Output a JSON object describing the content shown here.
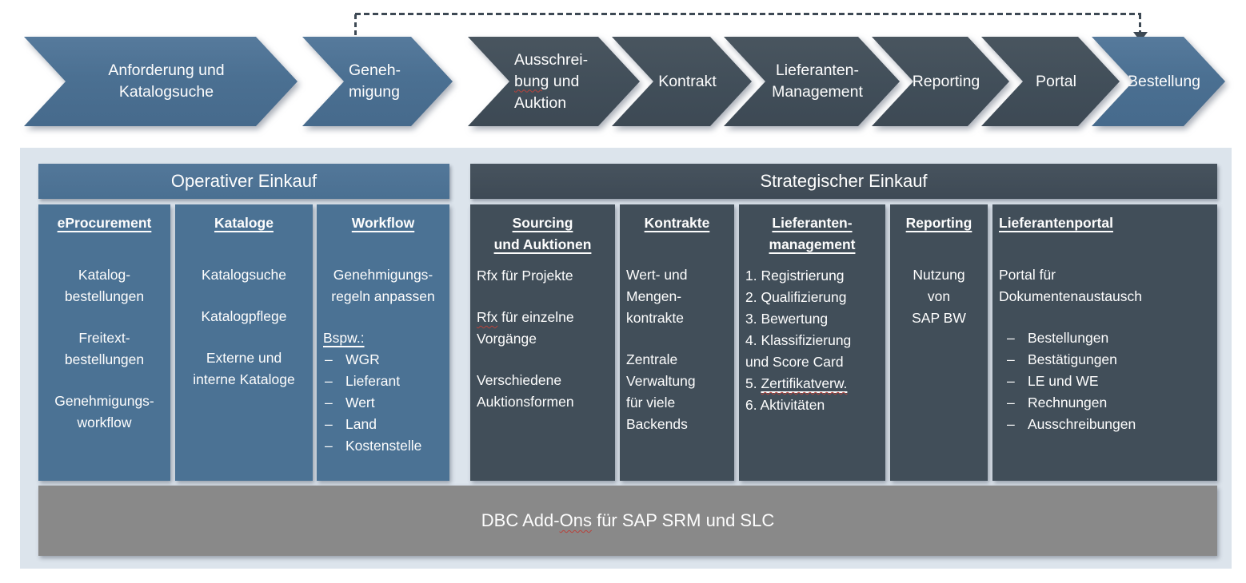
{
  "colors": {
    "blue": "#4b7294",
    "dark_slate": "#414e59",
    "panel_background": "#dce4ec",
    "footer_gray": "#898989",
    "connector": "#3d4954",
    "spellcheck_red": "#b8423b",
    "text": "#fdfdfd"
  },
  "bullet_char": "–",
  "process_flow": {
    "steps": [
      {
        "label": "Anforderung und Katalogsuche",
        "line1": "Anforderung und",
        "line2": "Katalogsuche",
        "style": "blue"
      },
      {
        "label": "Genehmigung",
        "line1": "Geneh-",
        "line2": "migung",
        "style": "blue"
      },
      {
        "label": "Ausschreibung und Auktion",
        "line1": "Ausschrei-",
        "line2_misspelled": "bung",
        "line2_rest": " und",
        "line3": "Auktion",
        "style": "dark"
      },
      {
        "label": "Kontrakt",
        "line1": "Kontrakt",
        "style": "dark"
      },
      {
        "label": "Lieferanten-Management",
        "line1": "Lieferanten-",
        "line2": "Management",
        "style": "dark"
      },
      {
        "label": "Reporting",
        "line1": "Reporting",
        "style": "dark"
      },
      {
        "label": "Portal",
        "line1": "Portal",
        "style": "dark"
      },
      {
        "label": "Bestellung",
        "line1": "Bestellung",
        "style": "blue"
      }
    ]
  },
  "operational": {
    "title": "Operativer Einkauf",
    "eprocurement": {
      "header": "eProcurement",
      "group1": "Katalog-\nbestellungen",
      "group2": "Freitext-\nbestellungen",
      "group3": "Genehmigungs-\nworkflow"
    },
    "kataloge": {
      "header": "Kataloge",
      "group1": "Katalogsuche",
      "group2": "Katalogpflege",
      "group3": "Externe und\ninterne Kataloge"
    },
    "workflow": {
      "header": "Workflow",
      "intro": "Genehmigungs-\nregeln anpassen",
      "example_label": "Bspw.:",
      "bullets": [
        "WGR",
        "Lieferant",
        "Wert",
        "Land",
        "Kostenstelle"
      ]
    }
  },
  "strategic": {
    "title": "Strategischer Einkauf",
    "sourcing": {
      "header": "Sourcing\nund Auktionen",
      "item1": "Rfx für Projekte",
      "item2_misspelled": "Rfx",
      "item2_rest": " für einzelne\nVorgänge",
      "item3": "Verschiedene\nAuktionsformen"
    },
    "kontrakte": {
      "header": "Kontrakte",
      "item1": "Wert- und\nMengen-\nkontrakte",
      "item2": "Zentrale\nVerwaltung\nfür viele\nBackends"
    },
    "lieferantenmanagement": {
      "header": "Lieferanten-\nmanagement",
      "items_1_to_4": "1. Registrierung\n2. Qualifizierung\n3. Bewertung\n4. Klassifizierung\nund Score Card",
      "item5_prefix": "5. ",
      "item5_underlined": "Zertifikatverw.",
      "item6": "6. Aktivitäten"
    },
    "reporting": {
      "header": "Reporting",
      "item1": "Nutzung\nvon\nSAP BW"
    },
    "lieferantenportal": {
      "header": "Lieferantenportal",
      "intro": "Portal für\nDokumentenaustausch",
      "bullets": [
        "Bestellungen",
        "Bestätigungen",
        "LE und WE",
        "Rechnungen",
        "Ausschreibungen"
      ]
    }
  },
  "footer": {
    "text_prefix": "DBC Add-",
    "text_misspelled": "Ons",
    "text_suffix": " für SAP SRM und SLC"
  }
}
